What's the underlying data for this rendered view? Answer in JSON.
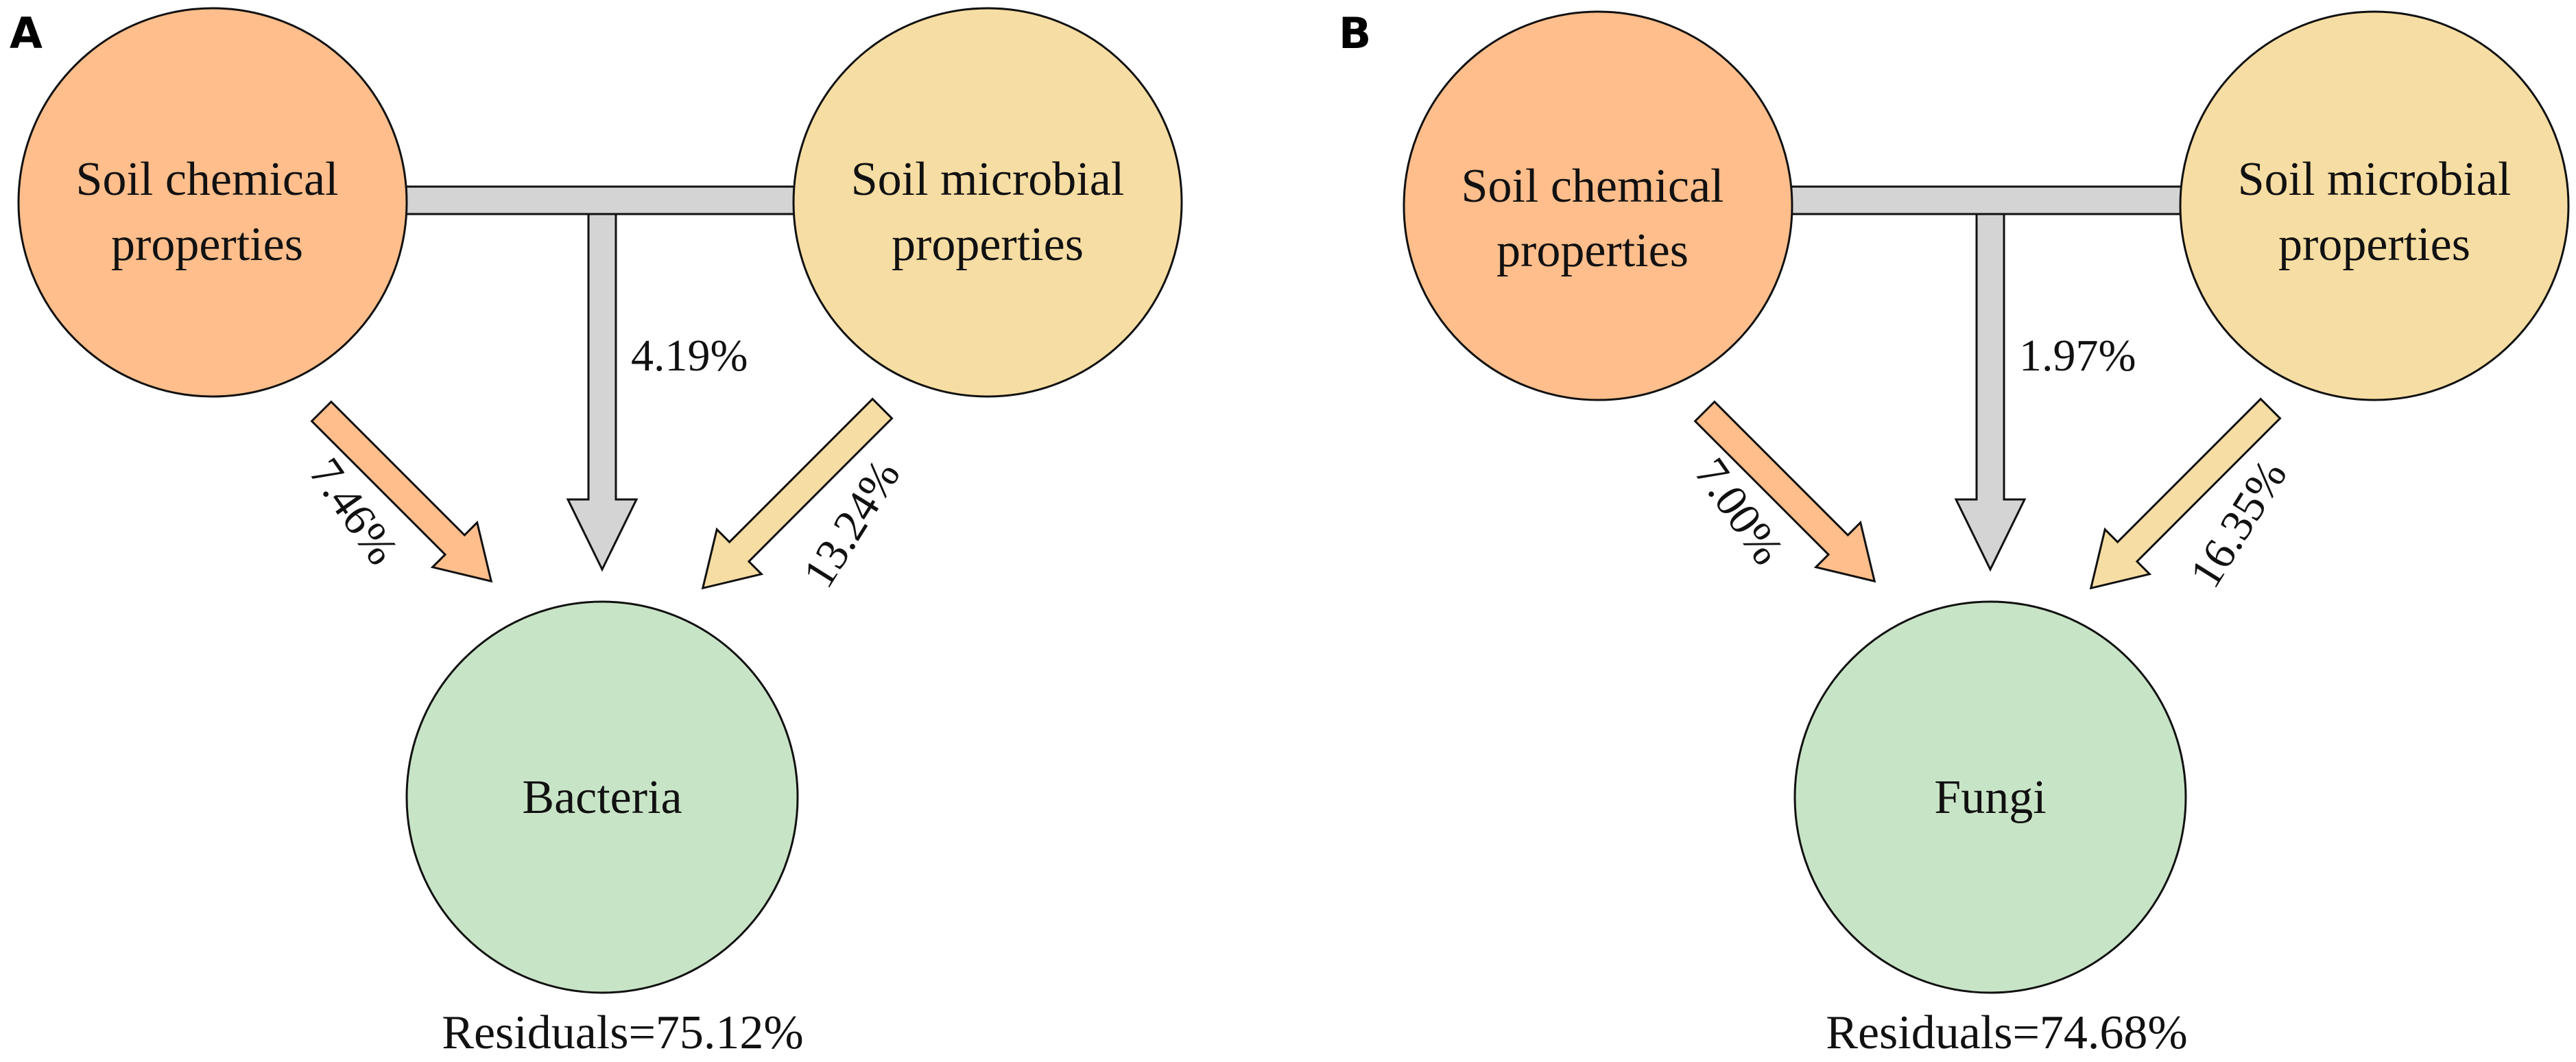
{
  "panels": [
    {
      "letter": "A",
      "left_node": {
        "line1": "Soil chemical",
        "line2": "properties"
      },
      "right_node": {
        "line1": "Soil microbial",
        "line2": "properties"
      },
      "target_node": {
        "label": "Bacteria"
      },
      "shared_pct": "4.19%",
      "left_pct": "7.46%",
      "right_pct": "13.24%",
      "residuals": "Residuals=75.12%"
    },
    {
      "letter": "B",
      "left_node": {
        "line1": "Soil chemical",
        "line2": "properties"
      },
      "right_node": {
        "line1": "Soil microbial",
        "line2": "properties"
      },
      "target_node": {
        "label": "Fungi"
      },
      "shared_pct": "1.97%",
      "left_pct": "7.00%",
      "right_pct": "16.35%",
      "residuals": "Residuals=74.68%"
    }
  ],
  "colors": {
    "chemical": "#FFBE8C",
    "microbial": "#F6DDA3",
    "target": "#C8E4C6",
    "shared_arrow": "#D4D4D4",
    "outline": "#111111"
  }
}
